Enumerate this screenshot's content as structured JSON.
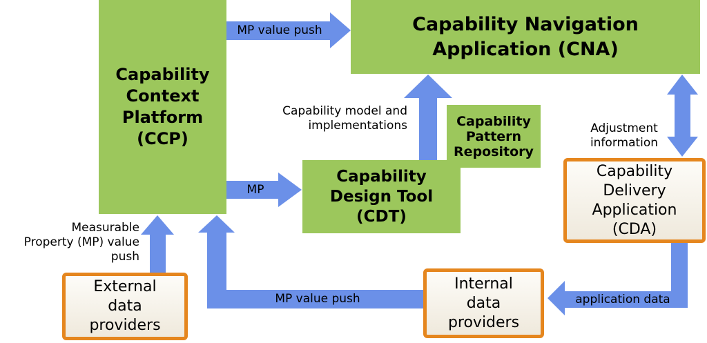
{
  "colors": {
    "node_green": "#9cc75c",
    "arrow_blue": "#6b90e8",
    "provider_border_orange": "#e5861e",
    "provider_fill": "#f9f5ec",
    "text": "#000000"
  },
  "nodes": {
    "ccp": {
      "label": "Capability\nContext\nPlatform\n(CCP)"
    },
    "cna": {
      "label": "Capability Navigation\nApplication (CNA)"
    },
    "cdt": {
      "label": "Capability\nDesign Tool\n(CDT)"
    },
    "cpr": {
      "label": "Capability\nPattern\nRepository"
    },
    "cda": {
      "label": "Capability\nDelivery\nApplication\n(CDA)"
    },
    "external_providers": {
      "label": "External\ndata\nproviders"
    },
    "internal_providers": {
      "label": "Internal\ndata\nproviders"
    }
  },
  "arrows": {
    "ccp_to_cna": {
      "label": "MP value push",
      "from": "ccp",
      "to": "cna"
    },
    "ccp_to_cdt": {
      "label": "MP",
      "from": "ccp",
      "to": "cdt"
    },
    "cdt_to_cna": {
      "label": "Capability model and\nimplementations",
      "from": "cdt",
      "to": "cna"
    },
    "cna_cda_bidirectional": {
      "label": "Adjustment\ninformation",
      "from": "cna",
      "to": "cda"
    },
    "cda_to_internal": {
      "label": "application data",
      "from": "cda",
      "to": "internal_providers"
    },
    "internal_to_ccp": {
      "label": "MP value push",
      "from": "internal_providers",
      "to": "ccp"
    },
    "external_to_ccp": {
      "label": "Measurable\nProperty (MP) value\npush",
      "from": "external_providers",
      "to": "ccp"
    }
  }
}
